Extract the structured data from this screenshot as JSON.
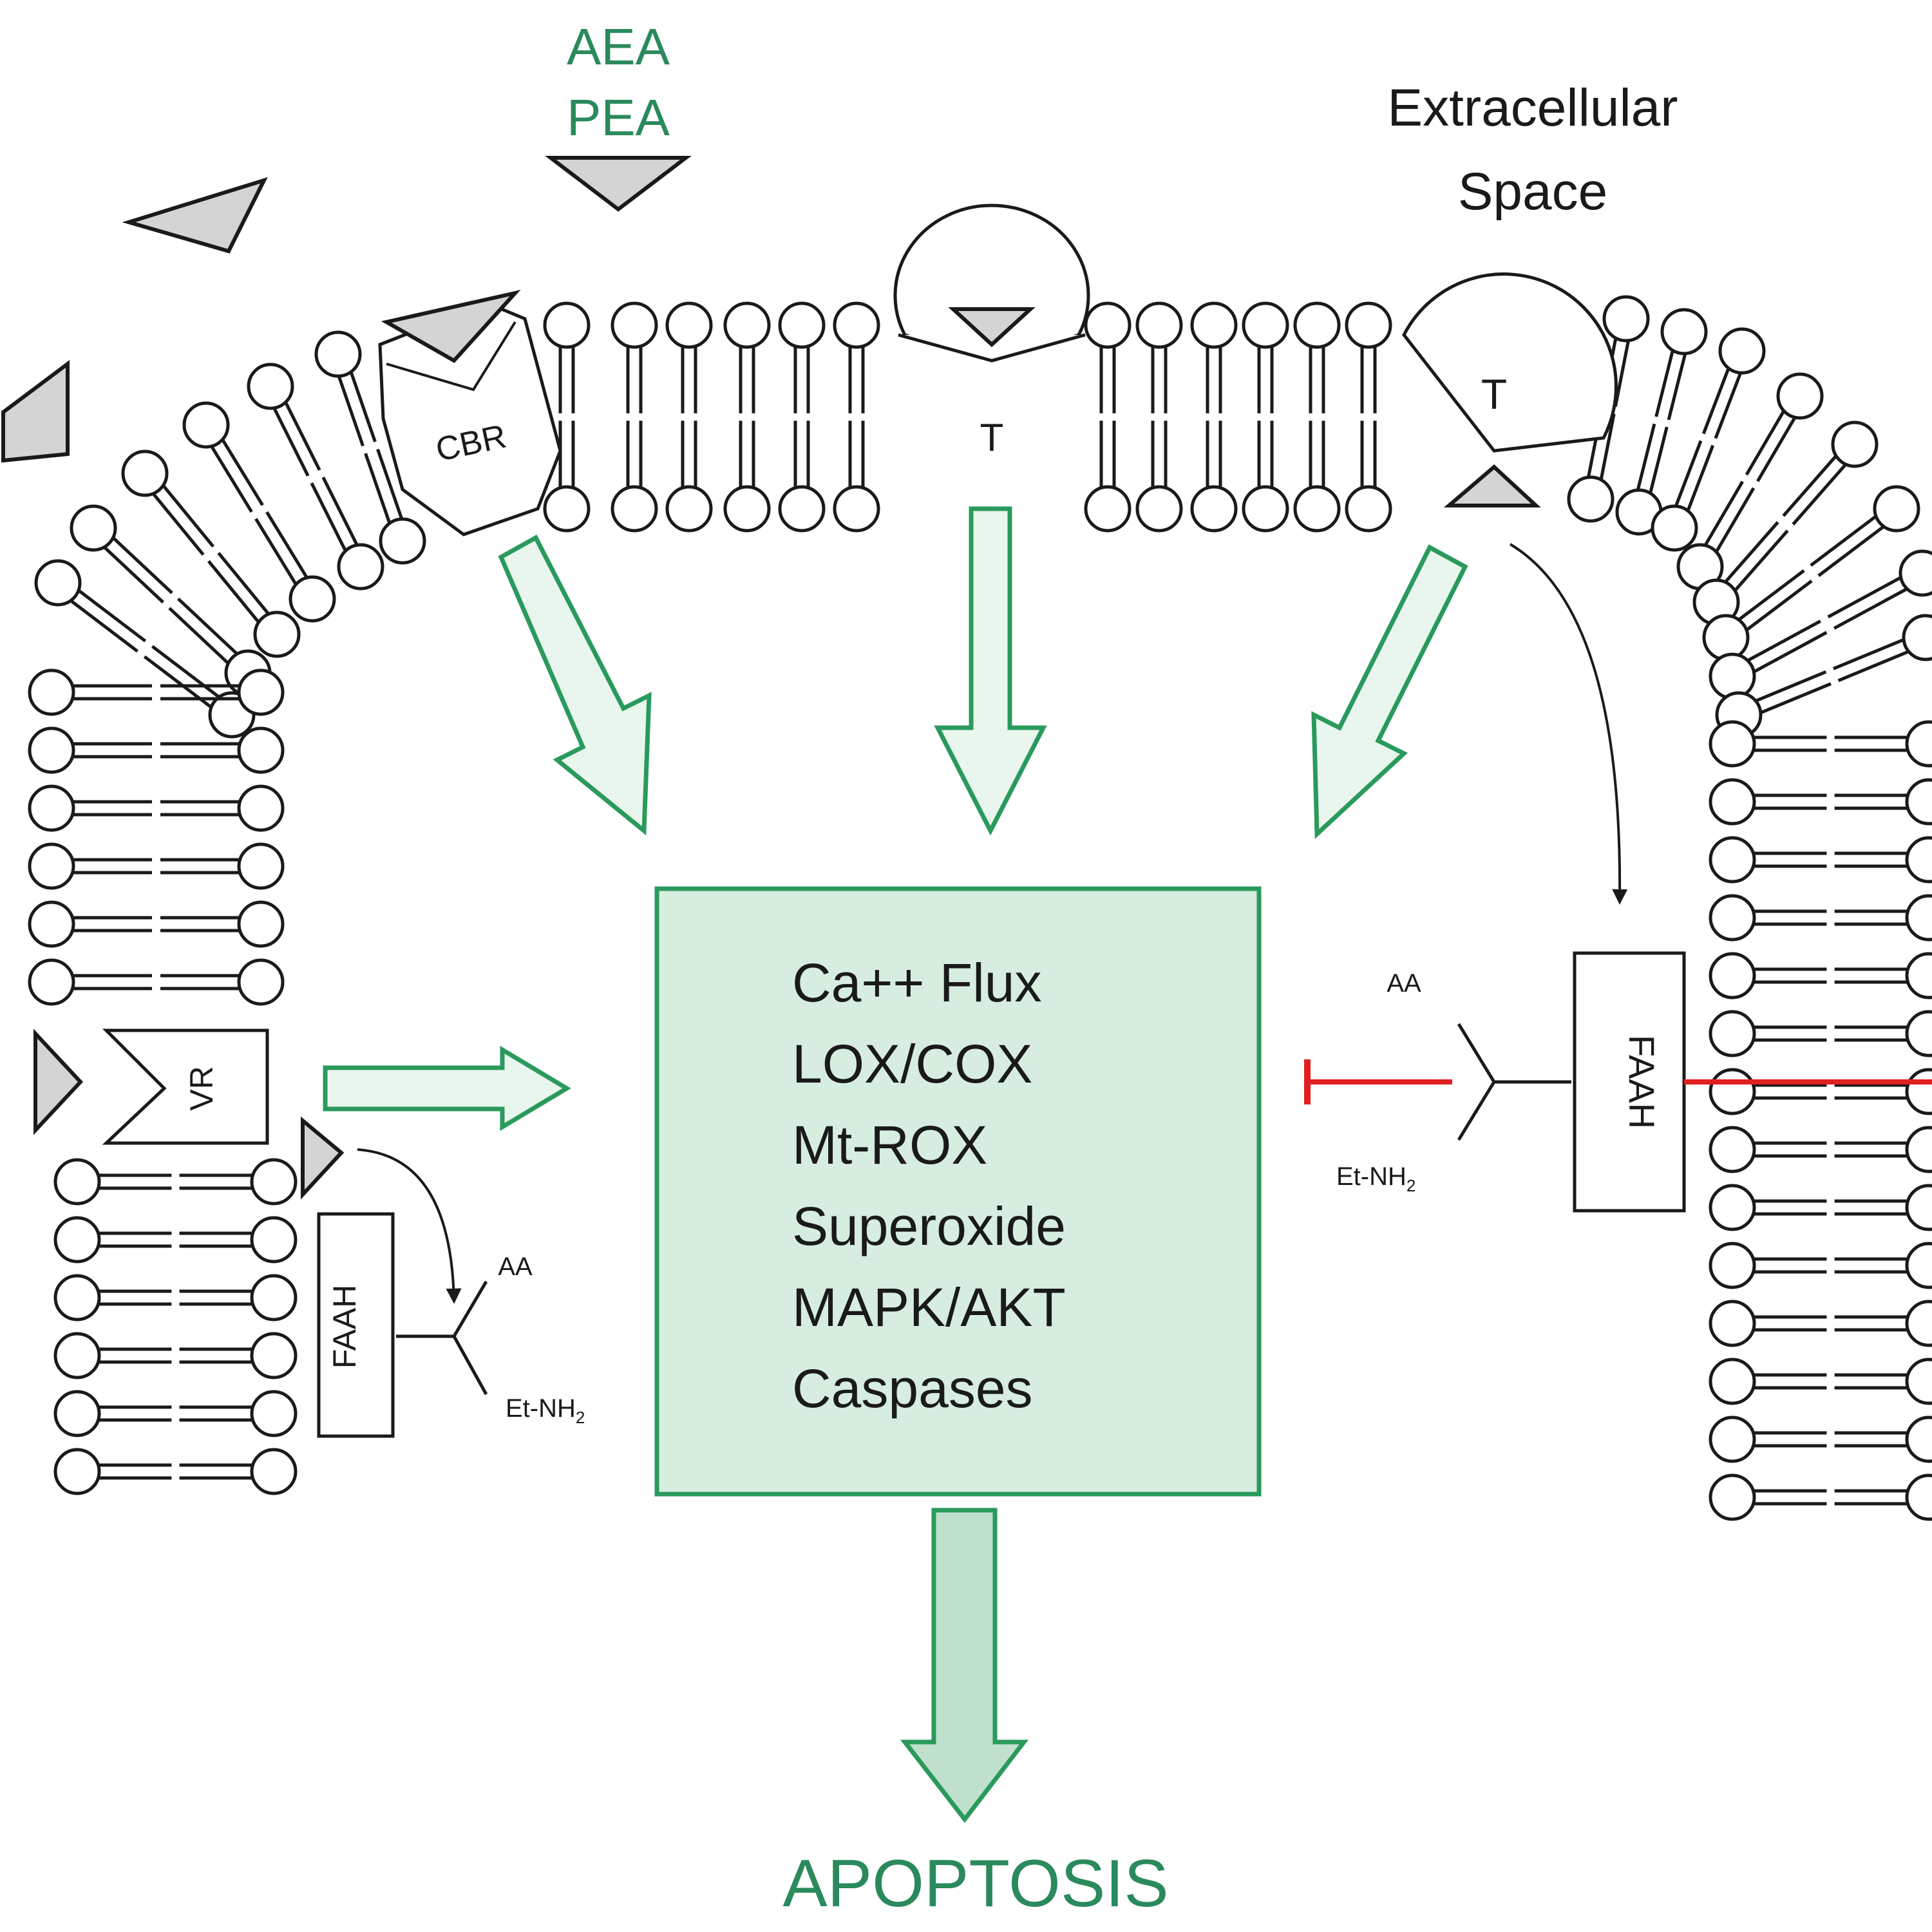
{
  "labels": {
    "ligand_top": "AEA",
    "ligand_bottom": "PEA",
    "space_line1": "Extracellular",
    "space_line2": "Space",
    "cbr": "CBR",
    "transporter_left": "T",
    "transporter_right": "T",
    "vr": "VR",
    "faah_left": "FAAH",
    "faah_right": "FAAH",
    "aa": "AA",
    "et_nh2": "Et-NH",
    "et_nh2_sub": "2",
    "outcome": "APOPTOSIS"
  },
  "central_box": {
    "items": [
      "Ca++ Flux",
      "LOX/COX",
      "Mt-ROX",
      "Superoxide",
      "MAPK/AKT",
      "Caspases"
    ]
  },
  "colors": {
    "accent_green": "#2a9a5c",
    "box_fill": "#d6ede0",
    "inhibition_red": "#e02020",
    "line_black": "#1a1a1a"
  }
}
